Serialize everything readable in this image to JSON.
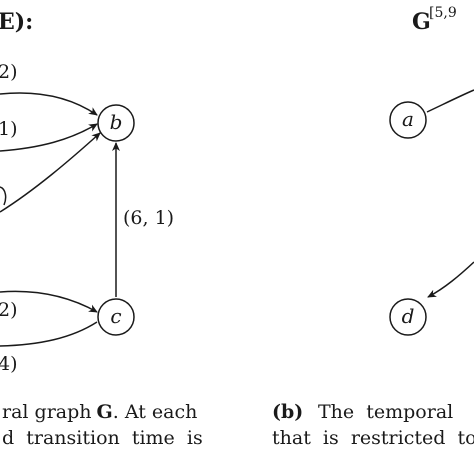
{
  "left_panel": {
    "title_fragment": "E):",
    "nodes": {
      "b": "b",
      "c": "c"
    },
    "edge_labels": {
      "top": "2)",
      "middle": "1)",
      "bc": "(6, 1)",
      "c_upper": "2)",
      "c_lower": "4)"
    },
    "caption": {
      "line1_a": "ral graph",
      "line1_g": "G",
      "line1_b": ". At each",
      "line2": "d  transition  time  is"
    }
  },
  "right_panel": {
    "title_main": "G",
    "title_sup": "[5,9",
    "nodes": {
      "a": "a",
      "d": "d"
    },
    "caption": {
      "tag": "(b)",
      "line1": "The  temporal",
      "line2": "that  is  restricted  to"
    }
  },
  "colors": {
    "ink": "#1a1a1a",
    "background": "#ffffff"
  }
}
